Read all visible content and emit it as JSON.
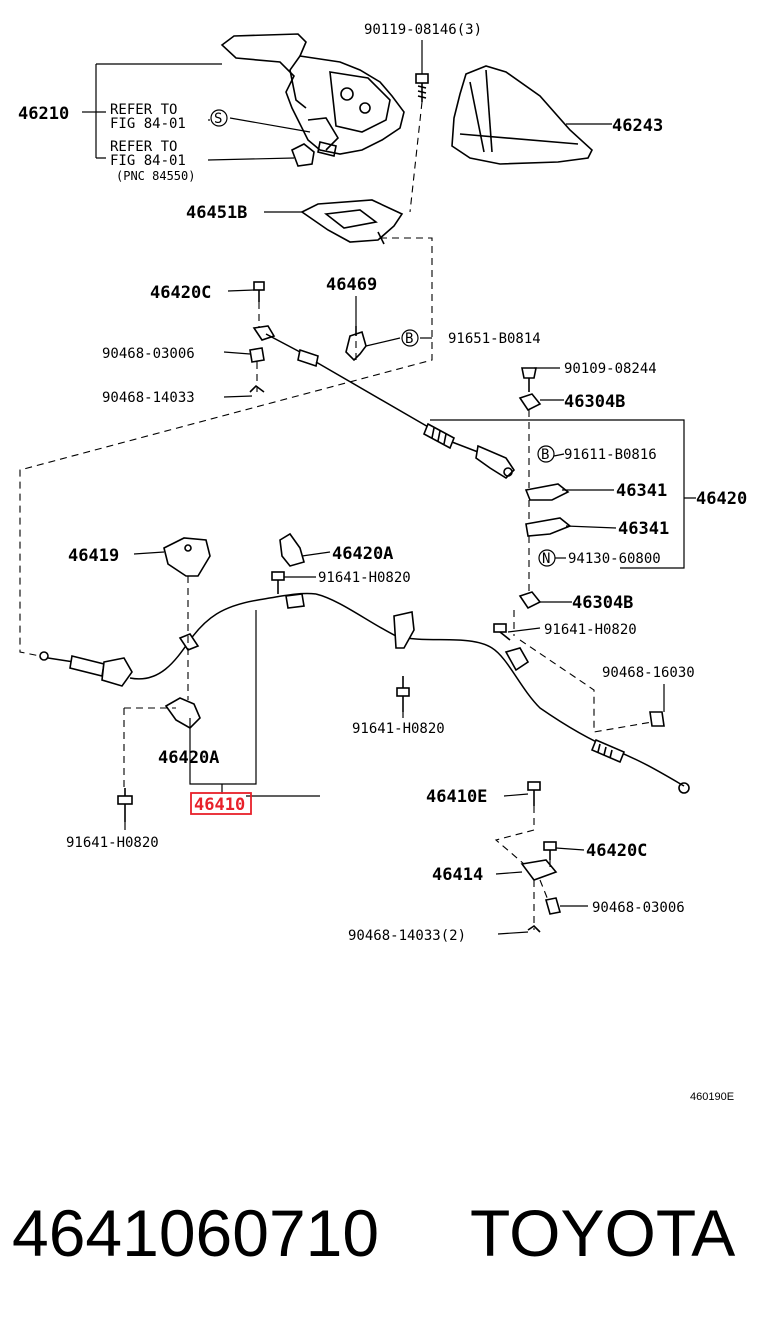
{
  "diagram": {
    "labels": {
      "l_90119": "90119-08146(3)",
      "l_46210": "46210",
      "l_refer1a": "REFER TO",
      "l_refer1b": "FIG 84-01",
      "l_refer2a": "REFER TO",
      "l_refer2b": "FIG 84-01",
      "l_pnc": "(PNC 84550)",
      "l_46243": "46243",
      "l_46451b": "46451B",
      "l_46420c_top": "46420C",
      "l_46469": "46469",
      "l_91651": "91651-B0814",
      "l_90468_03006_top": "90468-03006",
      "l_90468_14033_top": "90468-14033",
      "l_90109": "90109-08244",
      "l_46304b_top": "46304B",
      "l_91611": "91611-B0816",
      "l_46341_a": "46341",
      "l_46420": "46420",
      "l_46341_b": "46341",
      "l_94130": "94130-60800",
      "l_46304b_bot": "46304B",
      "l_46419": "46419",
      "l_46420a_top": "46420A",
      "l_91641_a": "91641-H0820",
      "l_91641_b": "91641-H0820",
      "l_90468_16030": "90468-16030",
      "l_91641_c": "91641-H0820",
      "l_46420a_bot": "46420A",
      "l_46410": "46410",
      "l_91641_d": "91641-H0820",
      "l_46410e": "46410E",
      "l_46420c_bot": "46420C",
      "l_46414": "46414",
      "l_90468_03006_bot": "90468-03006",
      "l_90468_14033_bot": "90468-14033(2)"
    },
    "circle_markers": {
      "c_s": "S",
      "c_b1": "B",
      "c_b2": "B",
      "c_n": "N"
    },
    "figure_code": "460190E",
    "highlight_color": "#e8202a"
  },
  "footer": {
    "part_number": "4641060710",
    "brand": "TOYOTA"
  }
}
